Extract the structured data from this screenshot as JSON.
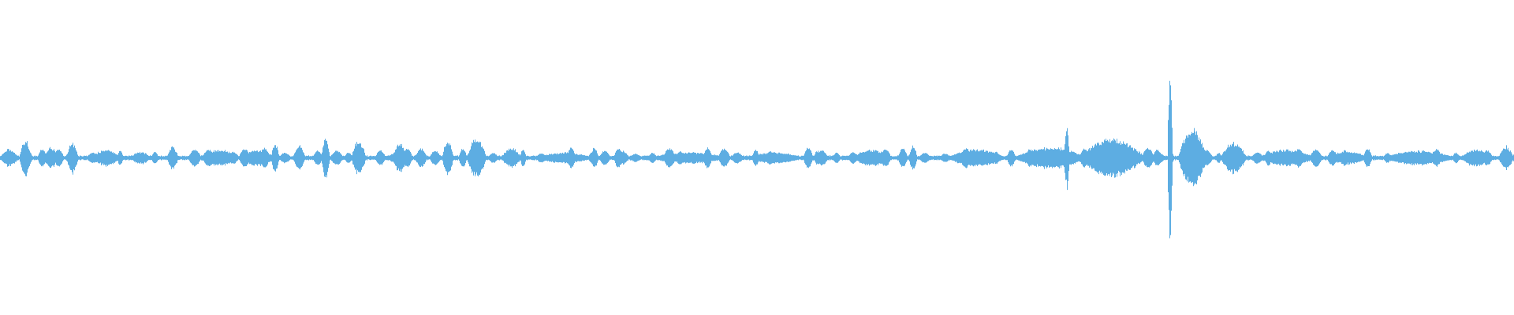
{
  "waveform": {
    "color": "#5dade2",
    "background": "#ffffff",
    "peak_level": 0.98,
    "segments": [
      {
        "t": 0.0,
        "a": 0.1,
        "d": 0.012
      },
      {
        "t": 0.013,
        "a": 0.22,
        "d": 0.008
      },
      {
        "t": 0.029,
        "a": 0.12,
        "d": 0.01
      },
      {
        "t": 0.044,
        "a": 0.18,
        "d": 0.008
      },
      {
        "t": 0.06,
        "a": 0.09,
        "d": 0.02
      },
      {
        "t": 0.086,
        "a": 0.07,
        "d": 0.014
      },
      {
        "t": 0.11,
        "a": 0.13,
        "d": 0.008
      },
      {
        "t": 0.131,
        "a": 0.09,
        "d": 0.028
      },
      {
        "t": 0.158,
        "a": 0.09,
        "d": 0.024
      },
      {
        "t": 0.179,
        "a": 0.17,
        "d": 0.006
      },
      {
        "t": 0.194,
        "a": 0.14,
        "d": 0.008
      },
      {
        "t": 0.212,
        "a": 0.24,
        "d": 0.006
      },
      {
        "t": 0.232,
        "a": 0.2,
        "d": 0.01
      },
      {
        "t": 0.259,
        "a": 0.17,
        "d": 0.01
      },
      {
        "t": 0.274,
        "a": 0.11,
        "d": 0.008
      },
      {
        "t": 0.292,
        "a": 0.2,
        "d": 0.008
      },
      {
        "t": 0.308,
        "a": 0.22,
        "d": 0.014
      },
      {
        "t": 0.331,
        "a": 0.11,
        "d": 0.014
      },
      {
        "t": 0.353,
        "a": 0.06,
        "d": 0.04
      },
      {
        "t": 0.39,
        "a": 0.12,
        "d": 0.006
      },
      {
        "t": 0.406,
        "a": 0.08,
        "d": 0.01
      },
      {
        "t": 0.428,
        "a": 0.06,
        "d": 0.055
      },
      {
        "t": 0.492,
        "a": 0.06,
        "d": 0.04
      },
      {
        "t": 0.537,
        "a": 0.08,
        "d": 0.006
      },
      {
        "t": 0.562,
        "a": 0.09,
        "d": 0.028
      },
      {
        "t": 0.6,
        "a": 0.14,
        "d": 0.006
      },
      {
        "t": 0.625,
        "a": 0.1,
        "d": 0.04
      },
      {
        "t": 0.669,
        "a": 0.12,
        "d": 0.05
      },
      {
        "t": 0.703,
        "a": 0.38,
        "d": 0.004
      },
      {
        "t": 0.712,
        "a": 0.22,
        "d": 0.045
      },
      {
        "t": 0.76,
        "a": 0.06,
        "d": 0.01
      },
      {
        "t": 0.771,
        "a": 1.0,
        "d": 0.004
      },
      {
        "t": 0.778,
        "a": 0.34,
        "d": 0.02
      },
      {
        "t": 0.806,
        "a": 0.18,
        "d": 0.018
      },
      {
        "t": 0.83,
        "a": 0.09,
        "d": 0.04
      },
      {
        "t": 0.875,
        "a": 0.07,
        "d": 0.03
      },
      {
        "t": 0.912,
        "a": 0.08,
        "d": 0.05
      },
      {
        "t": 0.965,
        "a": 0.1,
        "d": 0.02
      },
      {
        "t": 0.99,
        "a": 0.14,
        "d": 0.01
      }
    ]
  }
}
